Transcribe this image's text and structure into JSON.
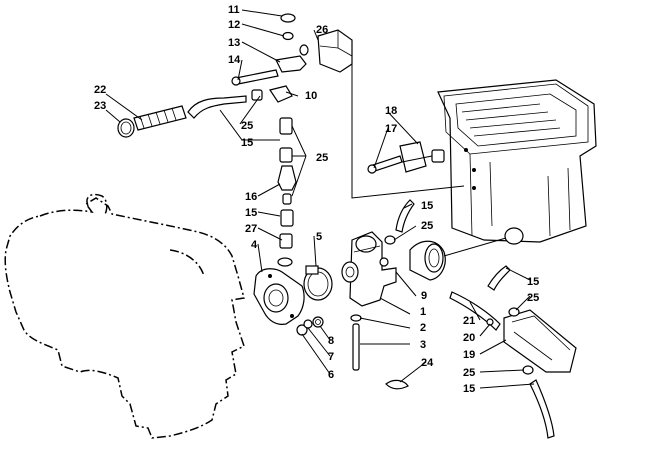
{
  "diagram": {
    "type": "exploded-parts-diagram",
    "callouts": [
      {
        "id": "c11",
        "text": "11"
      },
      {
        "id": "c12",
        "text": "12"
      },
      {
        "id": "c13",
        "text": "13"
      },
      {
        "id": "c14",
        "text": "14"
      },
      {
        "id": "c26",
        "text": "26"
      },
      {
        "id": "c10",
        "text": "10"
      },
      {
        "id": "c22",
        "text": "22"
      },
      {
        "id": "c23",
        "text": "23"
      },
      {
        "id": "c25a",
        "text": "25"
      },
      {
        "id": "c15a",
        "text": "15"
      },
      {
        "id": "c25b",
        "text": "25"
      },
      {
        "id": "c18",
        "text": "18"
      },
      {
        "id": "c17",
        "text": "17"
      },
      {
        "id": "c16",
        "text": "16"
      },
      {
        "id": "c15b",
        "text": "15"
      },
      {
        "id": "c27",
        "text": "27"
      },
      {
        "id": "c4",
        "text": "4"
      },
      {
        "id": "c5",
        "text": "5"
      },
      {
        "id": "c15c",
        "text": "15"
      },
      {
        "id": "c25c",
        "text": "25"
      },
      {
        "id": "c1",
        "text": "1"
      },
      {
        "id": "c2",
        "text": "2"
      },
      {
        "id": "c3",
        "text": "3"
      },
      {
        "id": "c9",
        "text": "9"
      },
      {
        "id": "c8",
        "text": "8"
      },
      {
        "id": "c7",
        "text": "7"
      },
      {
        "id": "c6",
        "text": "6"
      },
      {
        "id": "c24",
        "text": "24"
      },
      {
        "id": "c15d",
        "text": "15"
      },
      {
        "id": "c25d",
        "text": "25"
      },
      {
        "id": "c21",
        "text": "21"
      },
      {
        "id": "c20",
        "text": "20"
      },
      {
        "id": "c19",
        "text": "19"
      },
      {
        "id": "c25e",
        "text": "25"
      },
      {
        "id": "c15e",
        "text": "15"
      }
    ]
  },
  "colors": {
    "line": "#000000",
    "background": "#ffffff"
  }
}
